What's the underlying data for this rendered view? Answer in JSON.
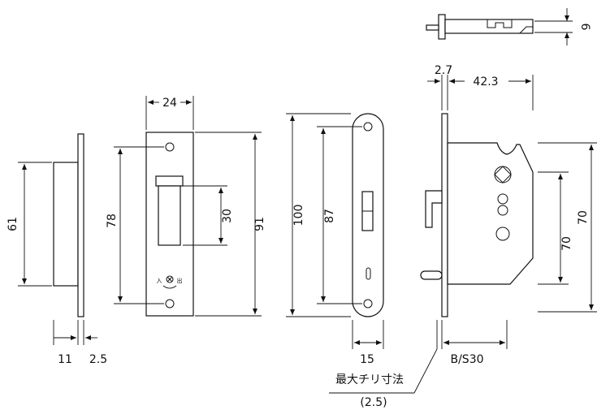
{
  "dimensions": {
    "d6": "6",
    "d2_7": "2.7",
    "d42_3": "42.3",
    "d24": "24",
    "d61": "61",
    "d78": "78",
    "d30": "30",
    "d91": "91",
    "d100": "100",
    "d87": "87",
    "d70_inner": "70",
    "d70_outer": "70",
    "d11": "11",
    "d2_5": "2.5",
    "d15": "15",
    "backset": "B/S30"
  },
  "notes": {
    "max_chiri": "最大チリ寸法",
    "max_chiri_value": "(2.5)",
    "knob_in": "入",
    "knob_out": "出"
  }
}
